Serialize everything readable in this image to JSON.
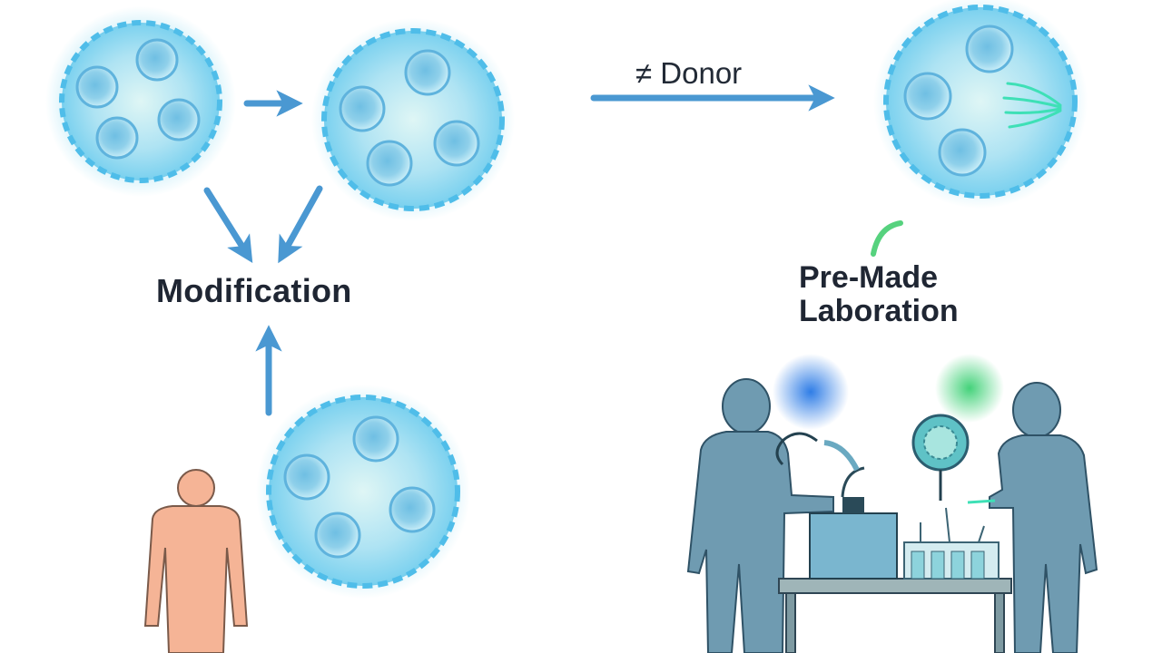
{
  "labels": {
    "modification": "Modification",
    "donor": "≠ Donor",
    "pre_made_line1": "Pre-Made",
    "pre_made_line2": "Laboration"
  },
  "colors": {
    "cell_fill": "#b9e8f5",
    "cell_edge": "#56c5ec",
    "arrow": "#4a98d2",
    "patient": "#f5b496",
    "technician": "#6f9bb1",
    "green_glow": "#56d27e",
    "blue_glow": "#3b86e8"
  },
  "icons": [
    "stem-cell-icon",
    "arrow-icon",
    "person-icon",
    "lab-equipment-icon",
    "glow-light-icon"
  ]
}
